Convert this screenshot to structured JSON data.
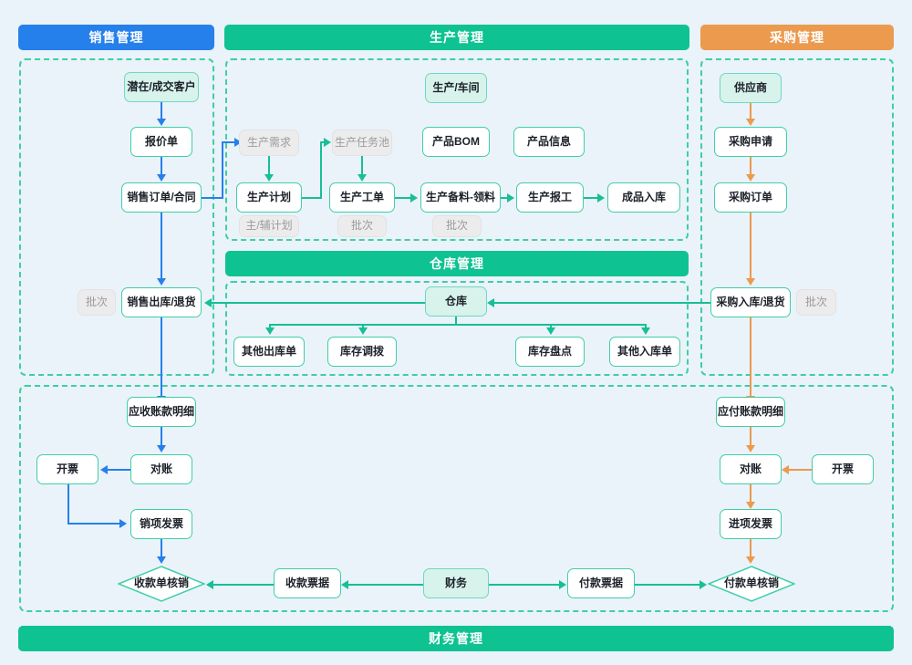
{
  "headers": {
    "sales": "销售管理",
    "production": "生产管理",
    "purchase": "采购管理",
    "warehouse": "仓库管理",
    "finance": "财务管理"
  },
  "colors": {
    "sales": "#2680eb",
    "production": "#0ec292",
    "purchase": "#eb9a4e",
    "warehouse": "#0ec292",
    "finance": "#0ec292",
    "node_border": "#3fcfa6",
    "node_tint": "#d7f3ec",
    "node_muted": "#ececec",
    "background": "#eaf2fa"
  },
  "sales": {
    "customer": "潜在/成交客户",
    "quotation": "报价单",
    "sales_order": "销售订单/合同",
    "sales_out": "销售出库/退货",
    "batch": "批次"
  },
  "production": {
    "workshop": "生产/车间",
    "demand": "生产需求",
    "task_pool": "生产任务池",
    "product_bom": "产品BOM",
    "product_info": "产品信息",
    "plan": "生产计划",
    "work_order": "生产工单",
    "picking": "生产备料-领料",
    "report": "生产报工",
    "finished_in": "成品入库",
    "plan_tag": "主/辅计划",
    "work_order_tag": "批次",
    "picking_tag": "批次"
  },
  "purchase": {
    "supplier": "供应商",
    "requisition": "采购申请",
    "order": "采购订单",
    "inbound": "采购入库/退货",
    "batch": "批次"
  },
  "warehouse": {
    "stock": "仓库",
    "other_out": "其他出库单",
    "transfer": "库存调拨",
    "stocktake": "库存盘点",
    "other_in": "其他入库单"
  },
  "finance": {
    "ar_detail": "应收账款明细",
    "ar_recon": "对账",
    "ar_invoice_make": "开票",
    "output_invoice": "销项发票",
    "receipt_writeoff": "收款单核销",
    "receipt_voucher": "收款票据",
    "finance_center": "财务",
    "payment_voucher": "付款票据",
    "payment_writeoff": "付款单核销",
    "ap_detail": "应付账款明细",
    "ap_recon": "对账",
    "ap_invoice_make": "开票",
    "input_invoice": "进项发票"
  }
}
